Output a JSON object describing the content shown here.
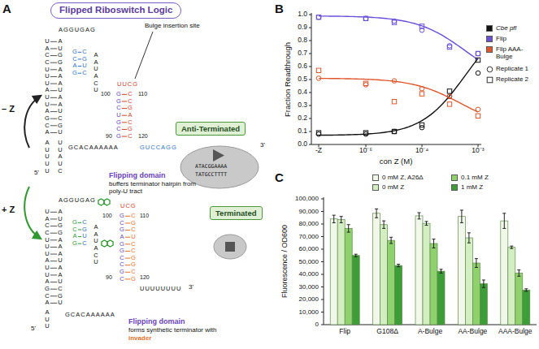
{
  "diagram": {
    "nodes": [
      {
        "text": [
          "Flipped Riboswitch Logic"
        ]
      },
      {
        "text": [
          "Anti-Terminated"
        ]
      },
      {
        "text": [
          "Terminated"
        ]
      }
    ],
    "labels": [
      "A",
      "B",
      "C",
      "– Z",
      "+ Z",
      "Bulge insertion site",
      "Flipping domain",
      "buffers terminator hairpin from poly-U tract",
      "Flipping domain",
      "forms synthetic terminator with",
      "invader",
      "5'",
      "3'",
      "5'",
      "3'",
      "ATACGGAAAA",
      "TATGCCTTTT",
      "AGGUGAG",
      "UACCUUUAUUAGCA",
      "AUGGAAAUAAUCGU",
      "GCAG",
      "CGUC",
      "AAUACU",
      "GCACAAAAAA",
      "GGCUGCG",
      "CCGACGC",
      "UUCG",
      "GUCCAGG",
      "AUUUU",
      "UUAUC",
      "100",
      "90",
      "110",
      "120",
      "AGGUGAG",
      "UACCUUUAUUAGCA",
      "AUGGAAAUAAUCGU",
      "GCAG",
      "CGUC",
      "AAUACU",
      "GCACAAAAAA",
      "GCGAGGCCGC",
      "CGCUCCGGCG",
      "UCG",
      "UUUUUUUU",
      "AUU",
      "100",
      "90",
      "110",
      "120",
      "0.0",
      "0.1",
      "0.2",
      "0.3",
      "0.4",
      "0.5",
      "0.6",
      "0.7",
      "0.8",
      "0.9",
      "1.0",
      "-Z",
      "10⁻⁵",
      "10⁻⁴",
      "10⁻³",
      "Fraction Readthrough",
      "con Z (M)",
      "0",
      "10,000",
      "20,000",
      "30,000",
      "40,000",
      "50,000",
      "60,000",
      "70,000",
      "80,000",
      "90,000",
      "100,000",
      "Flip",
      "G108Δ",
      "A-Bulge",
      "AA-Bulge",
      "AAA-Bulge",
      "Fluorescence / OD600"
    ],
    "legend": [
      {
        "text": "Cbe pfl",
        "color": "#111111"
      },
      {
        "text": "Flip",
        "color": "#6a4fd8"
      },
      {
        "text": "Flip AAA-Bulge",
        "color": "#e0552a"
      },
      {
        "text": "Replicate 1"
      },
      {
        "text": "Replicate 2"
      },
      {
        "text": "0 mM Z, A26Δ",
        "color": "#f1f8e9"
      },
      {
        "text": "0 mM Z",
        "color": "#d3eec0"
      },
      {
        "text": "0.1 mM Z",
        "color": "#8fd16c"
      },
      {
        "text": "1 mM Z",
        "color": "#3d9e37"
      }
    ]
  }
}
